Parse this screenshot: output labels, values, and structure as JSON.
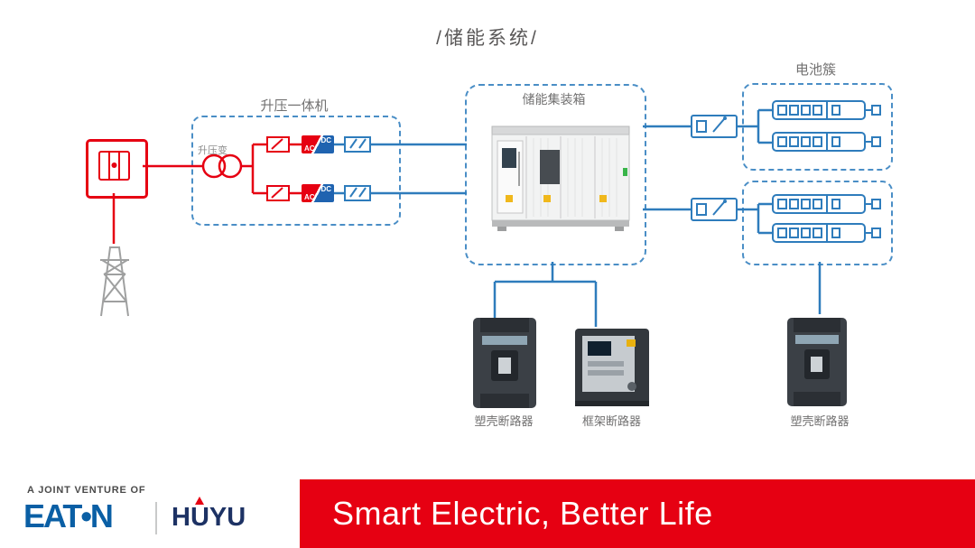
{
  "title": "/储能系统/",
  "diagram": {
    "pcs_box_label": "升压一体机",
    "transformer_label": "升压变",
    "converter": {
      "ac": "AC",
      "dc": "DC"
    },
    "container_label": "储能集装箱",
    "battery_cluster_label": "电池簇",
    "products": [
      {
        "label": "塑壳断路器"
      },
      {
        "label": "框架断路器"
      },
      {
        "label": "塑壳断路器"
      }
    ],
    "icons": [
      "grid-icon",
      "transformer-icon",
      "power-tower-icon",
      "battery-rack-icon",
      "breaker-icon",
      "container-illustration"
    ]
  },
  "footer": {
    "joint_venture_text": "A JOINT VENTURE OF",
    "eaton_logo_text": "EAT•N",
    "huyu_logo_text": "HUYU",
    "slogan": "Smart Electric, Better Life"
  },
  "colors": {
    "diagram_red": "#e60012",
    "diagram_blue": "#2e7cbc",
    "banner_red": "#e60012",
    "eaton_blue": "#0a5fa5",
    "huyu_navy": "#1d3264",
    "label_gray": "#727171"
  }
}
